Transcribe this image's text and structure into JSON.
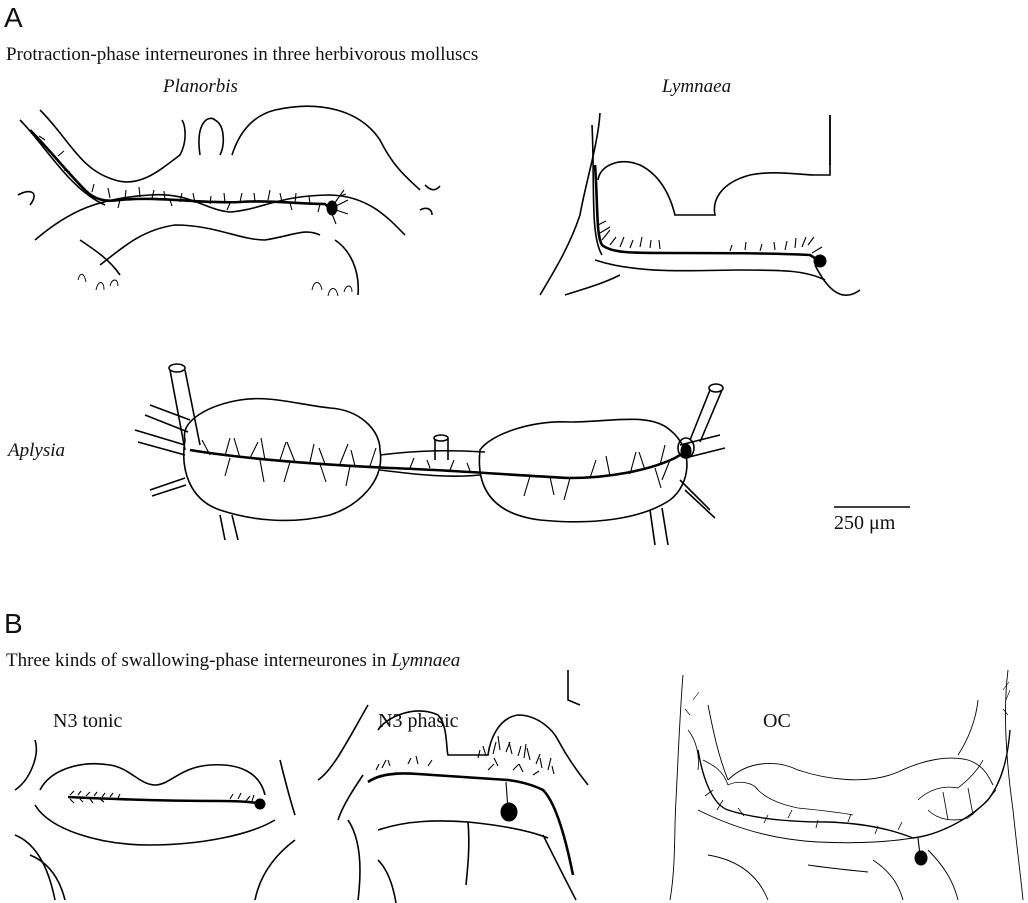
{
  "panel_a": {
    "letter": "A",
    "caption": "Protraction-phase interneurones in three herbivorous molluscs",
    "species": {
      "planorbis": "Planorbis",
      "lymnaea": "Lymnaea",
      "aplysia": "Aplysia"
    },
    "scale_bar_label": "250 μm"
  },
  "panel_b": {
    "letter": "B",
    "caption_prefix": "Three kinds of swallowing-phase interneurones in ",
    "caption_species": "Lymnaea",
    "labels": {
      "n3_tonic": "N3 tonic",
      "n3_phasic": "N3 phasic",
      "oc": "OC"
    }
  }
}
